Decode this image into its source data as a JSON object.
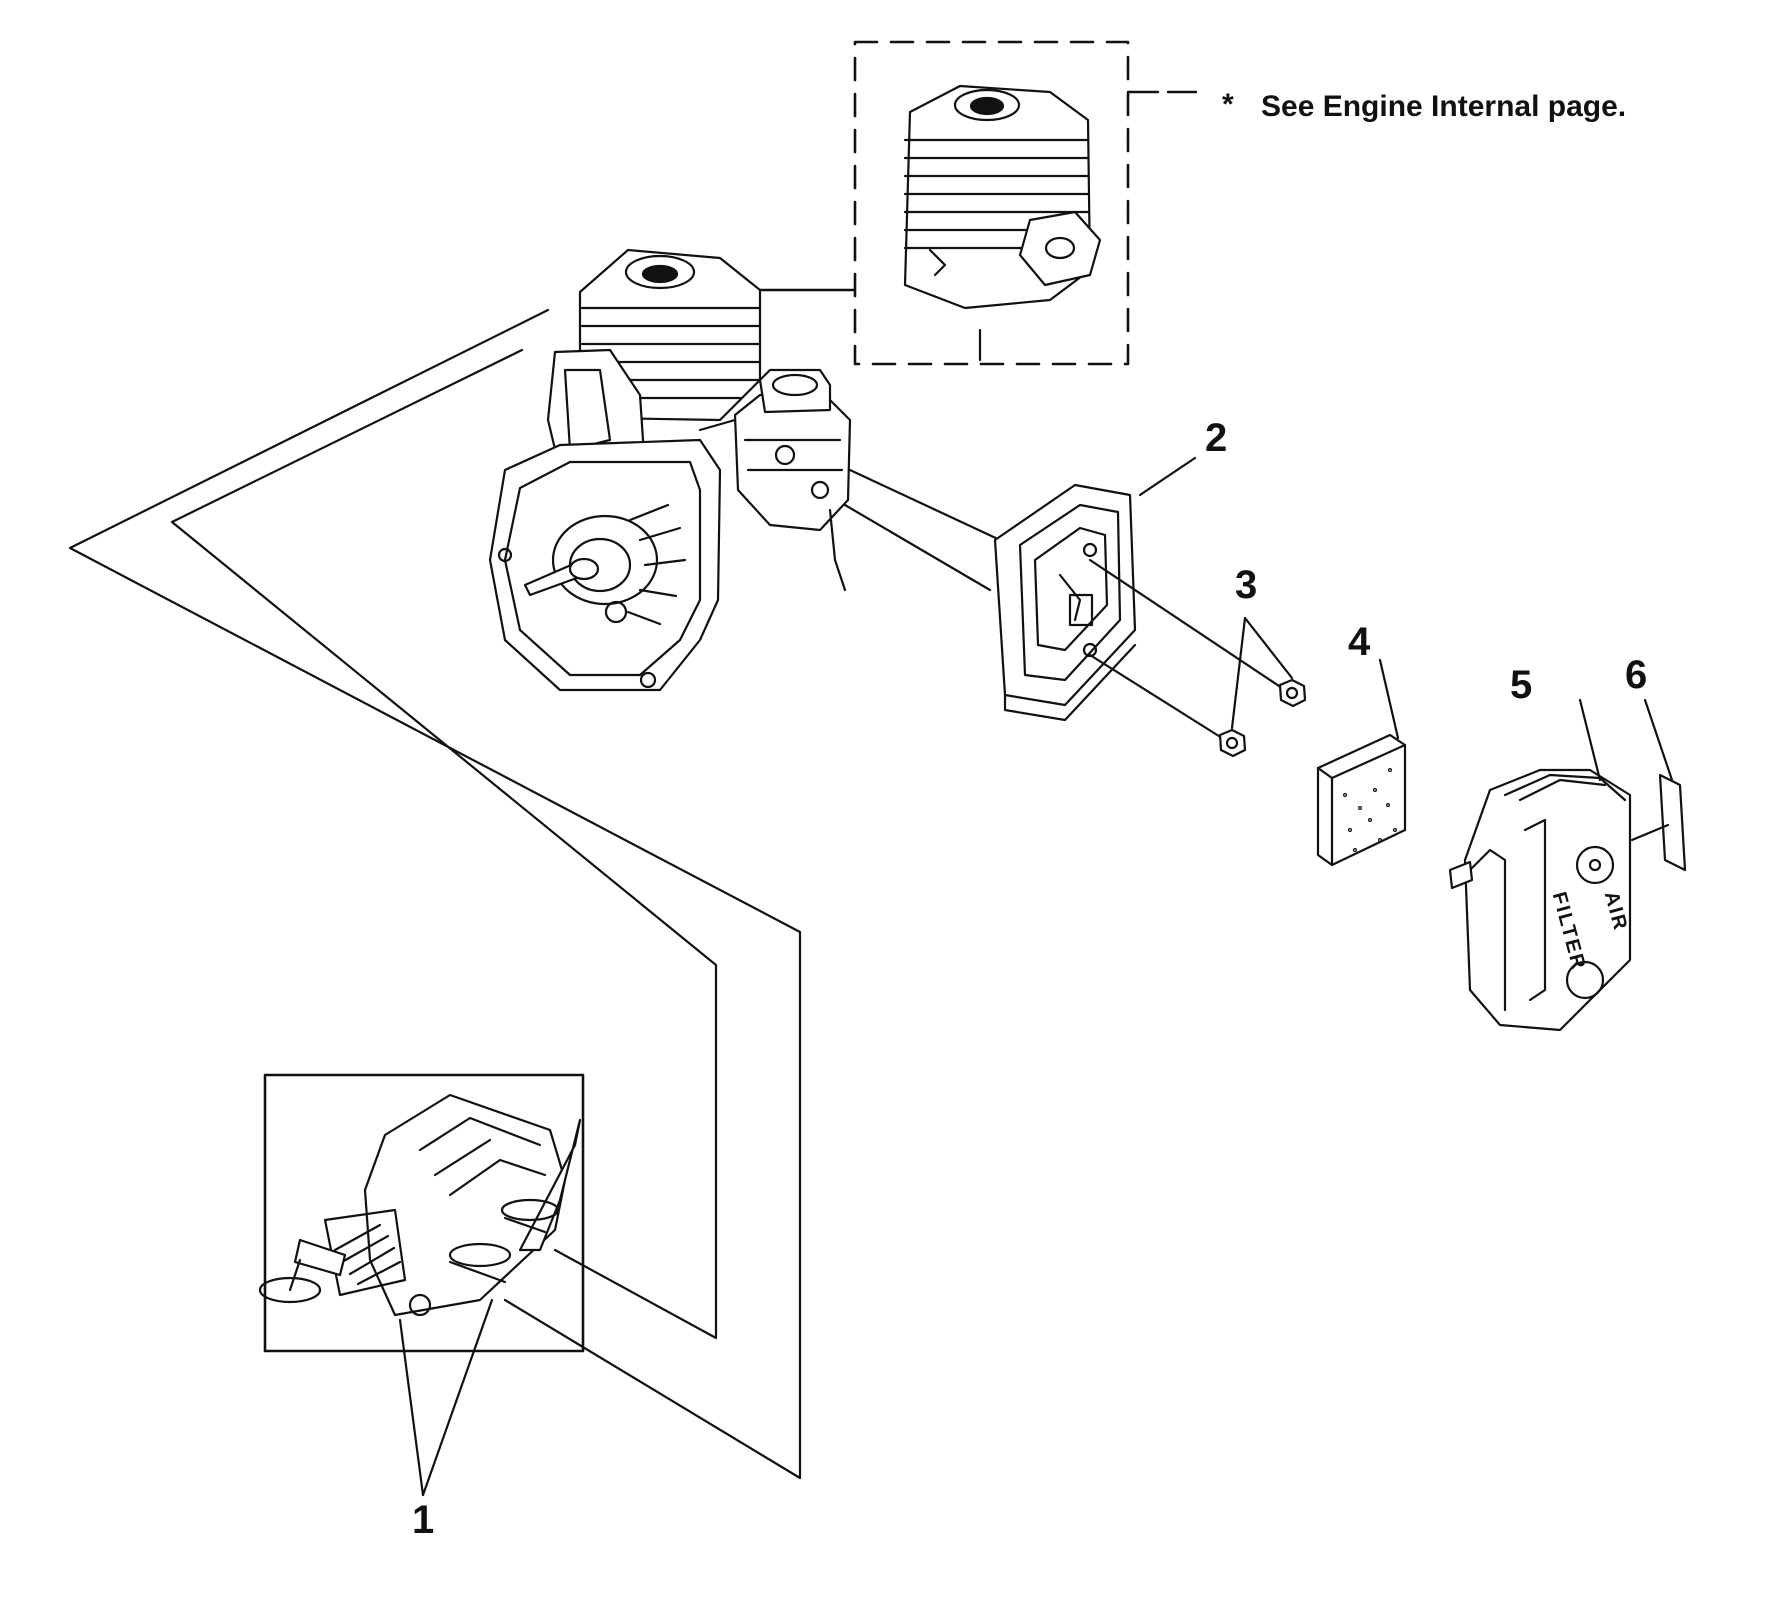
{
  "note": {
    "asterisk": "*",
    "text": "See Engine Internal page."
  },
  "callouts": {
    "c1": "1",
    "c2": "2",
    "c3": "3",
    "c4": "4",
    "c5": "5",
    "c6": "6"
  },
  "air_filter_cover_text": {
    "line1": "AIR",
    "line2": "FILTER"
  },
  "colors": {
    "ink": "#111111",
    "background": "#ffffff"
  }
}
